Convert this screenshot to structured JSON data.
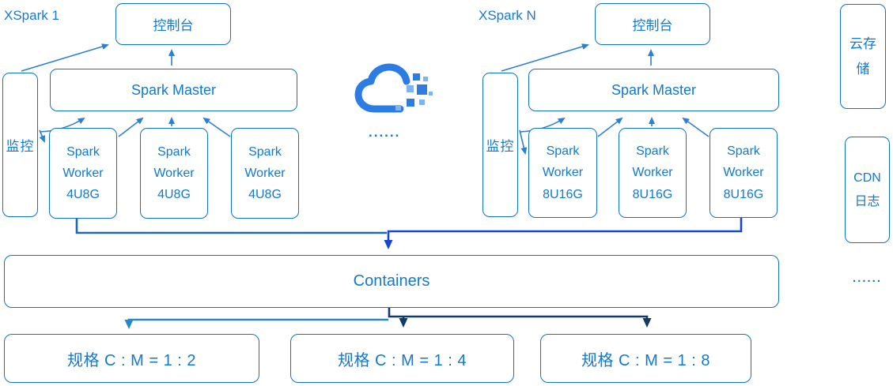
{
  "colors": {
    "box_border": "#1273c4",
    "text_blue": "#1379cc",
    "arrow_blue": "#2e7fd0",
    "flow_steel_blue": "#1a6aae",
    "flow_bright_blue": "#1845d0",
    "flow_navy": "#123c66",
    "flow_medium_blue": "#2887c8",
    "cloud_blue": "#2b7ce4",
    "cloud_light_blue": "#7fb5ec"
  },
  "clusters": [
    {
      "label": "XSpark 1",
      "console": "控制台",
      "master": "Spark Master",
      "monitor": "监控",
      "workers": [
        {
          "text": "Spark\nWorker\n4U8G"
        },
        {
          "text": "Spark\nWorker\n4U8G"
        },
        {
          "text": "Spark\nWorker\n4U8G"
        }
      ]
    },
    {
      "label": "XSpark N",
      "console": "控制台",
      "master": "Spark Master",
      "monitor": "监控",
      "workers": [
        {
          "text": "Spark\nWorker\n8U16G"
        },
        {
          "text": "Spark\nWorker\n8U16G"
        },
        {
          "text": "Spark\nWorker\n8U16G"
        }
      ]
    }
  ],
  "middle": {
    "ellipsis": "......"
  },
  "right_column": {
    "storage": "云存储",
    "cdn": "CDN\n日志",
    "ellipsis": "......"
  },
  "containers": {
    "label": "Containers"
  },
  "specs": [
    {
      "label": "规格 C : M = 1 : 2"
    },
    {
      "label": "规格 C : M = 1 : 4"
    },
    {
      "label": "规格 C : M = 1 : 8"
    }
  ]
}
